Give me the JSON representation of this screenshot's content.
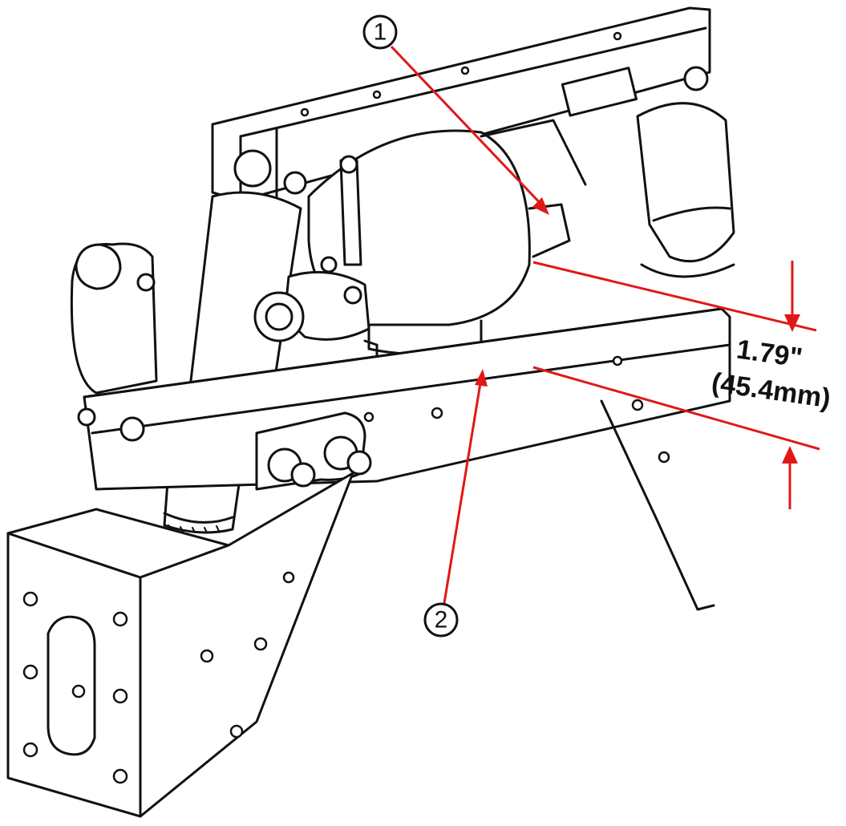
{
  "callouts": {
    "one": "1",
    "two": "2"
  },
  "dimension": {
    "imperial": "1.79\"",
    "metric": "(45.4mm)"
  },
  "colors": {
    "callout_red": "#e01818",
    "line_art": "#111111"
  }
}
